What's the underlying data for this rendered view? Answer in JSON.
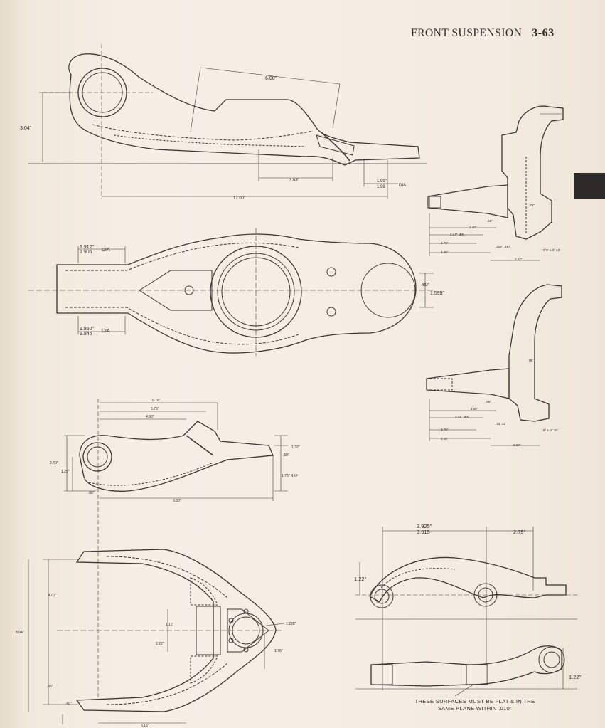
{
  "header": {
    "section": "FRONT SUSPENSION",
    "page": "3-63"
  },
  "dims": {
    "a_600": "6.00\"",
    "a_304": "3.04\"",
    "a_308": "3.08\"",
    "a_199a": "1.99\"",
    "a_199b": "1.98",
    "a_dia": "DIA",
    "a_1200": "12.00\"",
    "b_1912": "1.912\"",
    "b_1906": "1.906",
    "b_dia1": "DIA",
    "b_1850": "1.850\"",
    "b_1846": "1.846",
    "b_dia2": "DIA",
    "b_80": "80\"",
    "b_1595": "1.595\"",
    "c_678": "6.78\"",
    "c_575": "5.75\"",
    "c_490": "4.90\"",
    "c_240": "2.40\"",
    "c_125": "1.25\"",
    "c_66": ".66\"",
    "c_930": "9.30\"",
    "c_132": "1.32\"",
    "c_58": ".58\"",
    "c_176": "1.76\" REF",
    "d_402": "4.02\"",
    "d_804": "8.04\"",
    "d_111": "1.11\"",
    "d_222": "2.22\"",
    "d_1228": "1.228\"",
    "d_176": "1.76\"",
    "d_66": ".66\"",
    "d_40": ".40\"",
    "d_616": "6.16\"",
    "e_3925": "3.925\"",
    "e_3915": "3.915",
    "e_275": "2.75\"",
    "e_122a": "1.22\"",
    "e_122b": "1.22\"",
    "k_76": ".76\"",
    "k_66": ".66\"",
    "k_240": "2.40\"",
    "k_314": "3.14\" MIN",
    "k_376": "3.76\"",
    "k_406": "4.06\"",
    "k_262": "2.62\"",
    "k_ang": "9°0' ± 0° 10'",
    "k_frac": ".323\" .317",
    "k2_76": ".76\"",
    "k2_66": ".66\"",
    "k2_240": "2.40\"",
    "k2_314": "3.14\" MIN",
    "k2_376": "3.76\"",
    "k2_406": "4.06\"",
    "k2_262": "2.62\"",
    "k2_ang": "9° ± 0° 10'",
    "k2_frac": ".33 .32"
  },
  "note": {
    "line1": "THESE SURFACES MUST BE FLAT & IN THE",
    "line2": "SAME PLANE WITHIN .010\""
  }
}
